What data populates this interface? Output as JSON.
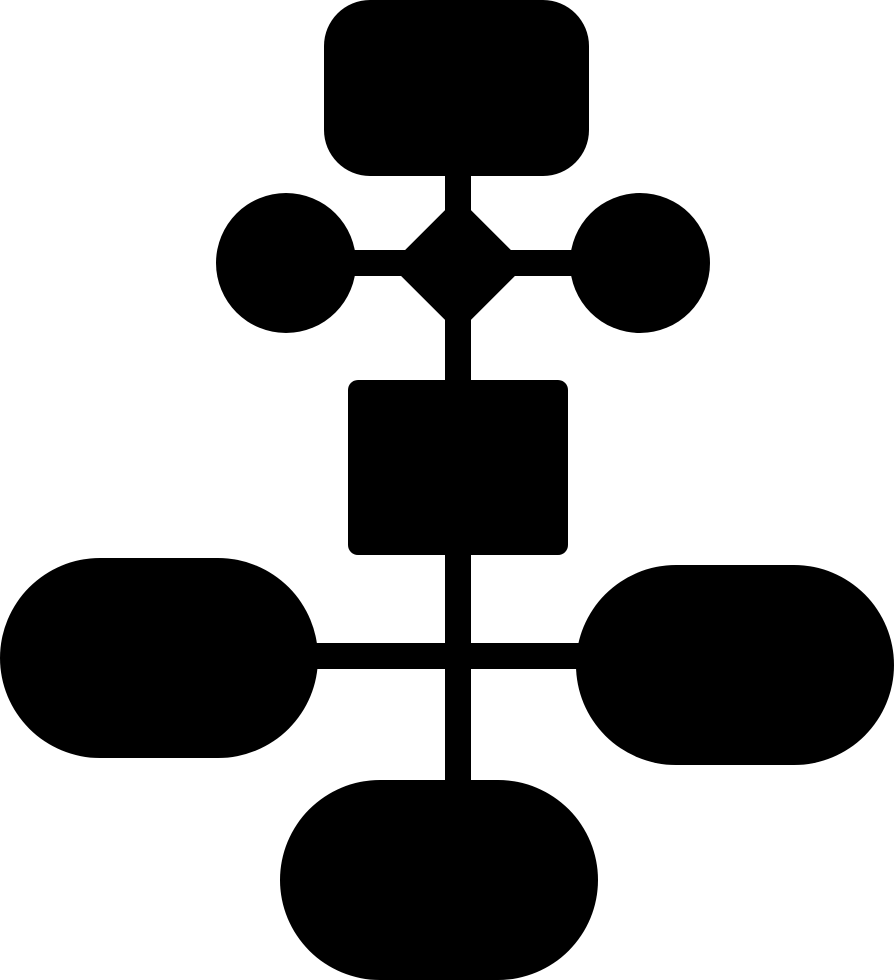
{
  "diagram": {
    "type": "flowchart-icon",
    "colors": {
      "background": "#ffffff",
      "fill": "#000000"
    },
    "nodes": [
      {
        "id": "top-box",
        "shape": "rounded-rectangle"
      },
      {
        "id": "left-circle",
        "shape": "circle"
      },
      {
        "id": "center-diamond",
        "shape": "diamond"
      },
      {
        "id": "right-circle",
        "shape": "circle"
      },
      {
        "id": "middle-square",
        "shape": "rounded-square"
      },
      {
        "id": "left-oval",
        "shape": "stadium"
      },
      {
        "id": "right-oval",
        "shape": "stadium"
      },
      {
        "id": "bottom-oval",
        "shape": "stadium"
      }
    ],
    "connections": [
      {
        "from": "top-box",
        "to": "center-diamond"
      },
      {
        "from": "left-circle",
        "to": "center-diamond"
      },
      {
        "from": "center-diamond",
        "to": "right-circle"
      },
      {
        "from": "center-diamond",
        "to": "middle-square"
      },
      {
        "from": "middle-square",
        "to": "bottom-oval"
      },
      {
        "from": "left-oval",
        "to": "right-oval"
      }
    ]
  }
}
